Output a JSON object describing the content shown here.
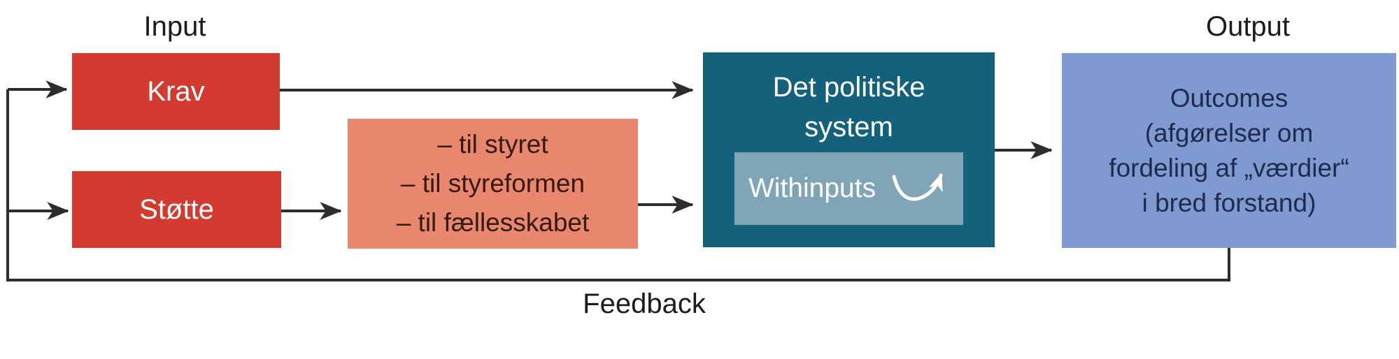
{
  "labels": {
    "input": "Input",
    "output": "Output",
    "feedback": "Feedback"
  },
  "boxes": {
    "krav": {
      "label": "Krav"
    },
    "stoette": {
      "label": "Støtte"
    },
    "support_targets": {
      "lines": [
        "– til styret",
        "– til styreformen",
        "– til fællesskabet"
      ]
    },
    "political_system": {
      "title_line1": "Det politiske",
      "title_line2": "system",
      "withinputs_label": "Withinputs"
    },
    "outcomes": {
      "lines": [
        "Outcomes",
        "(afgørelser om",
        "fordeling af „værdier“",
        "i bred forstand)"
      ]
    }
  },
  "icons": {
    "withinputs_arrow": "curved-up-right-arrow"
  },
  "colors": {
    "red": "#d33b31",
    "salmon": "#e8876e",
    "teal": "#14617c",
    "inner-panel": "#7fa5b6",
    "blue": "#7f9ad1",
    "navy-text": "#1e2b4d",
    "dark-text": "#35190f",
    "line": "#2d2d2d",
    "label-text": "#1c1c1c",
    "white-text": "#ffffff"
  }
}
